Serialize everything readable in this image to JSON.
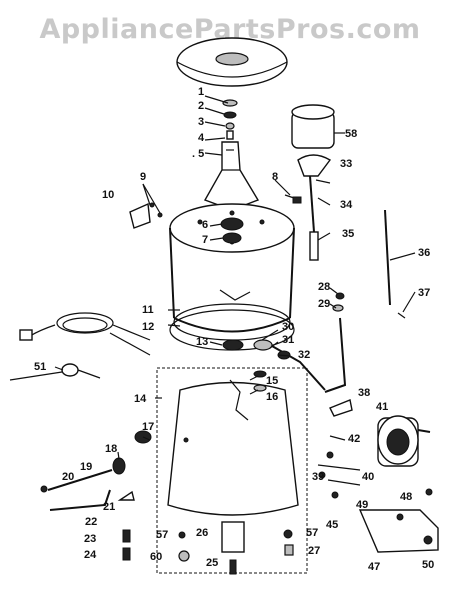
{
  "watermark": "AppliancePartsPros.com",
  "labels": {
    "p1": "1",
    "p2": "2",
    "p3": "3",
    "p4": "4",
    "p5": ". 5",
    "p6": "6",
    "p7": "7",
    "p8": "8",
    "p9": "9",
    "p10": "10",
    "p11": "11",
    "p12": "12",
    "p13": "13",
    "p14": "14",
    "p15": "15",
    "p16": "16",
    "p17": "17",
    "p18": "18",
    "p19": "19",
    "p20": "20",
    "p21": "21",
    "p22": "22",
    "p23": "23",
    "p24": "24",
    "p25": "25",
    "p26": "26",
    "p27": "27",
    "p28": "28",
    "p29": "29",
    "p30": "30",
    "p31": "31",
    "p32": "32",
    "p33": "33",
    "p34": "34",
    "p35": "35",
    "p36": "36",
    "p37": "37",
    "p38": "38",
    "p39": "39",
    "p40": "40",
    "p41": "41",
    "p42": "42",
    "p45": "45",
    "p47": "47",
    "p48": "48",
    "p49": "49",
    "p50": "50",
    "p51": "51",
    "p57a": "57",
    "p57b": "57",
    "p58": "58",
    "p60": "60"
  }
}
